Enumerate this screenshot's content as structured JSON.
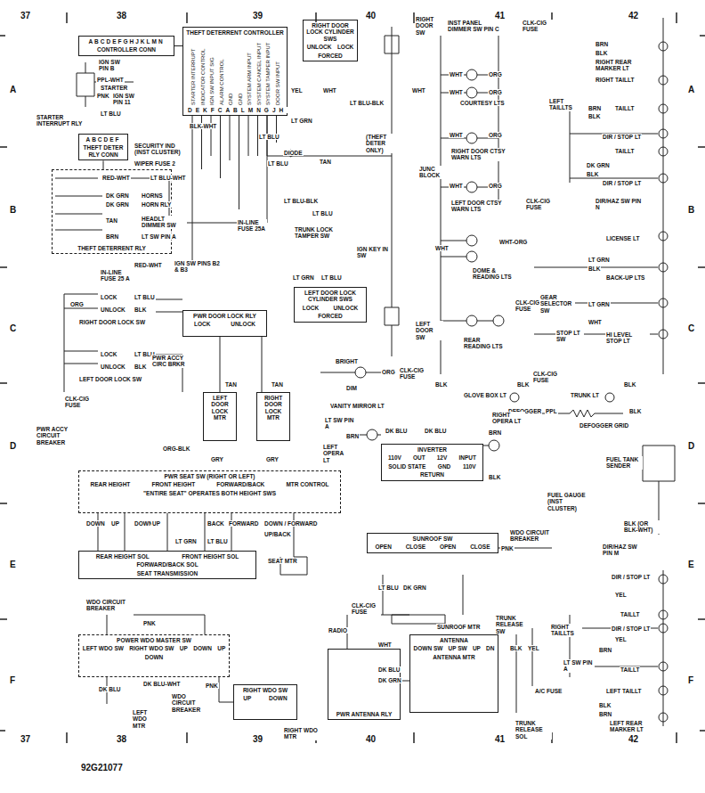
{
  "diagram": {
    "nodes": [
      {
        "text": [
          "ABCDEFGHJKLMN",
          "CONTROLLER CONN"
        ]
      },
      {
        "text": [
          "THEFT DETERRENT CONTROLLER",
          "STARTER INTERRUPT",
          "INDICATOR CONTROL",
          "IGN SW INPUT SIG",
          "ALARM CONTROL",
          "GND",
          "GND",
          "SYSTEM ARM INPUT",
          "SYSTEM CANCEL INPUT",
          "SYSTEM TAMPER INPUT",
          "DOOR SW INPUT",
          "DEKFCABLMNGJH"
        ]
      },
      {
        "text": [
          "ABCDEF",
          "THEFT DETER RLY CONN"
        ]
      },
      {
        "text": [
          "THEFT DETERRENT RLY"
        ]
      },
      {
        "text": [
          "RIGHT DOOR LOCK CYLINDER SWS",
          "UNLOCK",
          "LOCK",
          "FORCED"
        ]
      },
      {
        "text": [
          "PWR DOOR LOCK RLY",
          "LOCK",
          "UNLOCK"
        ]
      },
      {
        "text": [
          "LEFT DOOR LOCK MTR"
        ]
      },
      {
        "text": [
          "RIGHT DOOR LOCK MTR"
        ]
      },
      {
        "text": [
          "LEFT DOOR LOCK CYLINDER SWS",
          "LOCK",
          "UNLOCK",
          "FORCED"
        ]
      },
      {
        "text": [
          "INVERTER",
          "110V",
          "OUT",
          "12V",
          "INPUT",
          "SOLID STATE",
          "GND",
          "110V",
          "RETURN"
        ]
      },
      {
        "text": [
          "PWR SEAT SW (RIGHT OR LEFT)",
          "REAR HEIGHT",
          "FRONT HEIGHT",
          "FORWARD/BACK",
          "MTR CONTROL",
          "\"ENTIRE SEAT\" OPERATES BOTH HEIGHT SWS"
        ]
      },
      {
        "text": [
          "REAR HEIGHT SOL",
          "FRONT HEIGHT SOL",
          "FORWARD/BACK SOL",
          "SEAT TRANSMISSION"
        ]
      },
      {
        "text": [
          "SUNROOF SW",
          "OPEN",
          "CLOSE",
          "OPEN",
          "CLOSE"
        ]
      },
      {
        "text": [
          "POWER WDO MASTER SW",
          "LEFT WDO SW",
          "RIGHT WDO SW",
          "UP",
          "DOWN",
          "UP",
          "DOWN"
        ]
      },
      {
        "text": [
          "RIGHT WDO SW",
          "UP",
          "DOWN"
        ]
      },
      {
        "text": [
          "PWR ANTENNA RLY"
        ]
      },
      {
        "text": [
          "ANTENNA",
          "DOWN SW",
          "UP SW",
          "UP",
          "DN",
          "ANTENNA MTR"
        ]
      }
    ],
    "edges": [
      {
        "from": 0,
        "to": 1,
        "arrow": "none"
      },
      {
        "from": 2,
        "to": 3,
        "arrow": "none"
      },
      {
        "from": 5,
        "to": 6,
        "arrow": "none"
      },
      {
        "from": 5,
        "to": 7,
        "arrow": "none"
      },
      {
        "from": 10,
        "to": 11,
        "arrow": "none"
      },
      {
        "from": 13,
        "to": 14,
        "arrow": "none"
      },
      {
        "from": 15,
        "to": 16,
        "arrow": "none"
      }
    ],
    "labels": [
      "37",
      "38",
      "39",
      "40",
      "41",
      "42",
      "A",
      "B",
      "C",
      "D",
      "E",
      "F",
      "A",
      "B",
      "C",
      "D",
      "E",
      "F",
      "37",
      "38",
      "39",
      "40",
      "41",
      "42",
      "92G21077",
      "IGN SW PIN B",
      "PPL-WHT",
      "STARTER",
      "PNK",
      "IGN SW PIN 11",
      "LT BLU",
      "STARTER INTERRUPT RLY",
      "SECURITY IND (INST CLUSTER)",
      "WIPER FUSE 2",
      "BLK-WHT",
      "LT BLU",
      "RED-WHT",
      "LT BLU-WHT",
      "DK GRN",
      "HORNS",
      "DK GRN",
      "HORN RLY",
      "TAN",
      "HEADLT DIMMER SW",
      "BRN",
      "LT SW PIN A",
      "RED-WHT",
      "IN-LINE FUSE 25 A",
      "IGN SW PINS B2 & B3",
      "IN-LINE FUSE 25A",
      "LOCK",
      "UNLOCK",
      "ORG",
      "LT BLU",
      "BLK",
      "RIGHT DOOR LOCK SW",
      "LOCK",
      "UNLOCK",
      "LT BLU",
      "BLK",
      "LEFT DOOR LOCK SW",
      "CLK-CIG FUSE",
      "PWR ACCY CIRC BRKR",
      "TAN",
      "TAN",
      "GRY",
      "GRY",
      "YEL",
      "LT GRN",
      "WHT",
      "LT BLU-BLK",
      "DIODE",
      "TAN",
      "LT BLU",
      "(THEFT DETER ONLY)",
      "LT BLU-BLK",
      "LT BLU",
      "TRUNK LOCK TAMPER SW",
      "IGN KEY IN SW",
      "LT GRN",
      "LT BLU",
      "RIGHT DOOR SW",
      "WHT",
      "LEFT DOOR SW",
      "INST PANEL DIMMER SW PIN C",
      "CLK-CIG FUSE",
      "WHT",
      "ORG",
      "WHT",
      "ORG",
      "COURTESY LTS",
      "WHT",
      "ORG",
      "RIGHT DOOR CTSY WARN LTS",
      "JUNC BLOCK",
      "WHT",
      "ORG",
      "LEFT DOOR CTSY WARN LTS",
      "CLK-CIG FUSE",
      "WHT",
      "WHT-ORG",
      "DOME & READING LTS",
      "CLK-CIG FUSE",
      "REAR READING LTS",
      "GLOVE BOX LT",
      "CLK-CIG FUSE",
      "TRUNK LT",
      "BLK",
      "BLK",
      "BLK",
      "BRIGHT",
      "DIM",
      "VANITY MIRROR LT",
      "ORG",
      "CLK-CIG FUSE",
      "BRN",
      "BLK",
      "RIGHT REAR MARKER LT",
      "RIGHT TAILLT",
      "LEFT TAILLTS",
      "BRN",
      "BLK",
      "TAILLT",
      "DIR / STOP LT",
      "TAILLT",
      "DK GRN",
      "BLK",
      "DIR / STOP LT",
      "DIR/HAZ SW PIN N",
      "LICENSE LT",
      "LT GRN",
      "BLK",
      "BACK-UP LTS",
      "GEAR SELECTOR SW",
      "LT GRN",
      "STOP LT SW",
      "WHT",
      "HI LEVEL STOP LT",
      "DEFOGGER",
      "PPL",
      "BLK",
      "DEFOGGER GRID",
      "FUEL TANK SENDER",
      "FUEL GAUGE (INST CLUSTER)",
      "BLK (OR BLK-WHT)",
      "DIR/HAZ SW PIN M",
      "DIR / STOP LT",
      "YEL",
      "TAILLT",
      "DIR / STOP LT",
      "YEL",
      "RIGHT TAILLTS",
      "BRN",
      "LT SW PIN A",
      "TAILLT",
      "LEFT TAILLT",
      "BLK",
      "BRN",
      "LEFT REAR MARKER LT",
      "TRUNK RELEASE SW",
      "BLK",
      "YEL",
      "A/C FUSE",
      "TRUNK RELEASE SOL",
      "LT SW PIN A",
      "BRN",
      "LEFT OPERA LT",
      "DK BLU",
      "DK BLU",
      "RIGHT OPERA LT",
      "BRN",
      "BLK",
      "WDO CIRCUIT BREAKER",
      "PNK",
      "LT BLU",
      "DK GRN",
      "SUNROOF MTR",
      "RADIO",
      "CLK-CIG FUSE",
      "WHT",
      "DK BLU",
      "DK GRN",
      "PWR ACCY CIRCUIT BREAKER",
      "ORG-BLK",
      "DOWN",
      "UP",
      "DOWN",
      "UP",
      "BACK",
      "FORWARD",
      "DOWN / FORWARD",
      "UP/BACK",
      "SEAT MTR",
      "LT GRN",
      "LT BLU",
      "WDO CIRCUIT BREAKER",
      "PNK",
      "DK BLU",
      "DK BLU-WHT",
      "WDO CIRCUIT BREAKER",
      "LEFT WDO MTR",
      "PNK",
      "RIGHT WDO MTR"
    ]
  }
}
